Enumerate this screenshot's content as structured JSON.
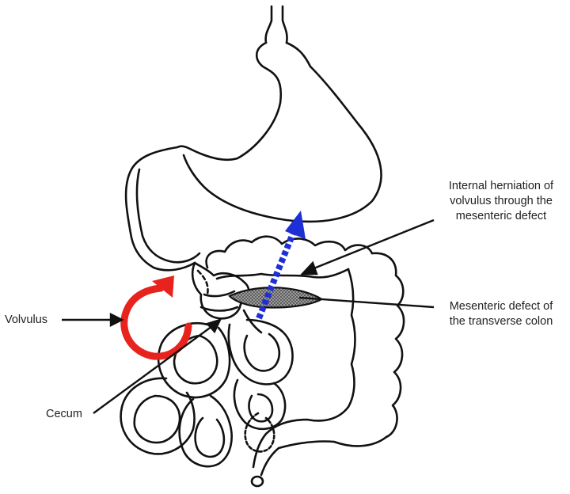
{
  "labels": {
    "herniation": [
      "Internal herniation of",
      "volvulus through the",
      "mesenteric defect"
    ],
    "mesenteric_defect": [
      "Mesenteric defect of",
      "the transverse colon"
    ],
    "volvulus": "Volvulus",
    "cecum": "Cecum"
  },
  "colors": {
    "outline": "#111111",
    "twist_arrow": "#e8231e",
    "herniation_arrow": "#1f2fd6",
    "defect_fill": "#555555"
  }
}
